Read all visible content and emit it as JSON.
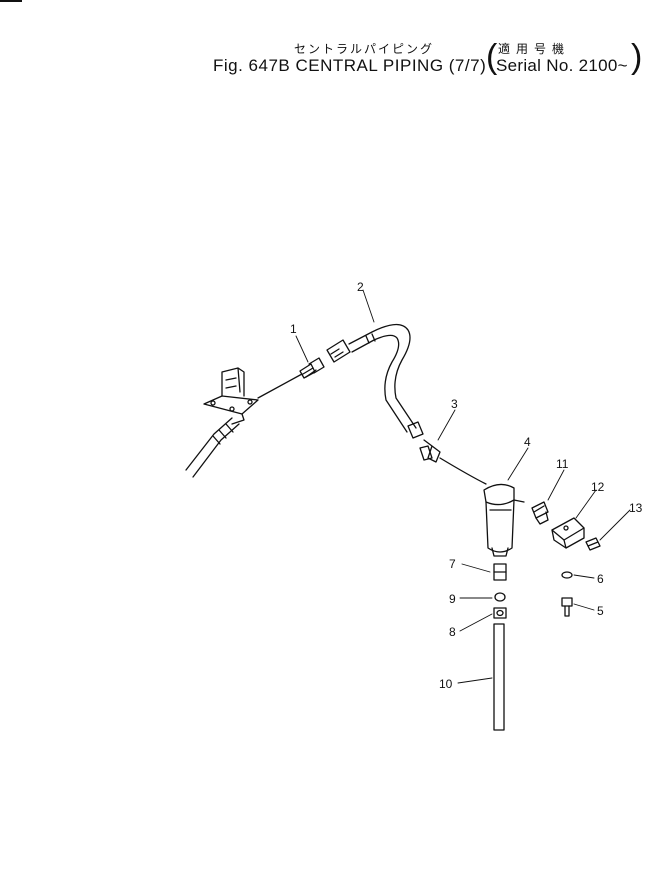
{
  "title": {
    "japanese": "セントラルパイピング",
    "main": "Fig. 647B CENTRAL PIPING (7/7)"
  },
  "applicability": {
    "japanese": "適用号機",
    "serial": "Serial No. 2100~"
  },
  "callouts": [
    "1",
    "2",
    "3",
    "4",
    "5",
    "6",
    "7",
    "8",
    "9",
    "10",
    "11",
    "12",
    "13"
  ],
  "line_color": "#111111",
  "background_color": "#ffffff"
}
